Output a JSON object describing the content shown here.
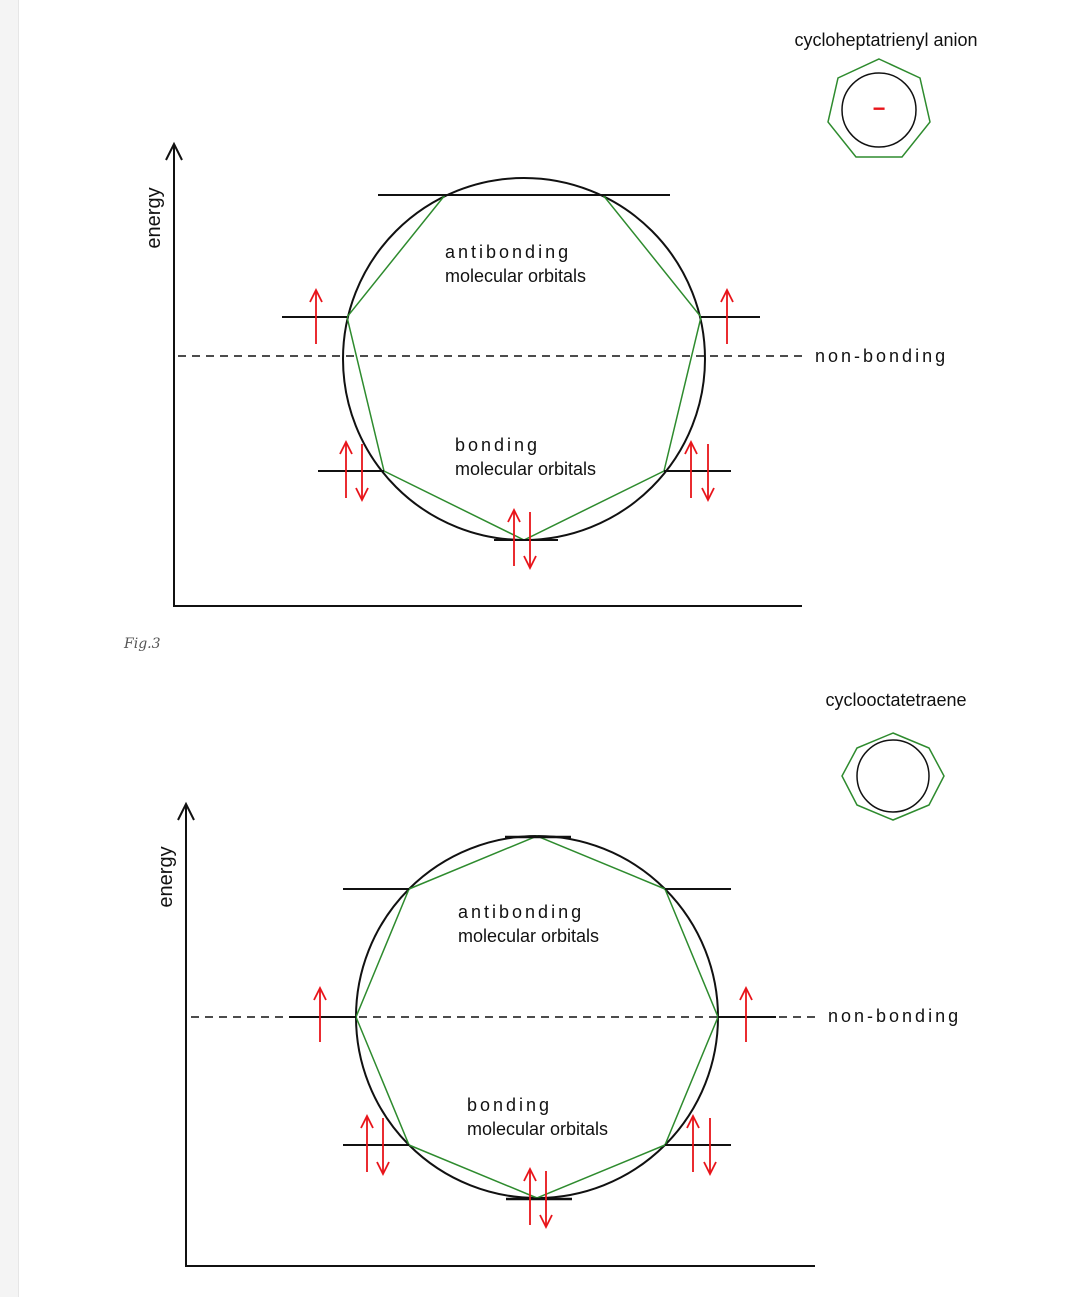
{
  "figure_caption": "Fig.3",
  "diagrams": [
    {
      "molecule_name": "cycloheptatrienyl anion",
      "ring_charge": "−",
      "axis_label": "energy",
      "antibonding_label_1": "antibonding",
      "antibonding_label_2": "molecular orbitals",
      "bonding_label_1": "bonding",
      "bonding_label_2": "molecular orbitals",
      "nonbonding_label": "non-bonding",
      "colors": {
        "ring": "#2e8b2e",
        "electron": "#e8141a",
        "line": "#111111"
      }
    },
    {
      "molecule_name": "cyclooctatetraene",
      "axis_label": "energy",
      "antibonding_label_1": "antibonding",
      "antibonding_label_2": "molecular orbitals",
      "bonding_label_1": "bonding",
      "bonding_label_2": "molecular orbitals",
      "nonbonding_label": "non-bonding",
      "colors": {
        "ring": "#2e8b2e",
        "electron": "#e8141a",
        "line": "#111111"
      }
    }
  ]
}
